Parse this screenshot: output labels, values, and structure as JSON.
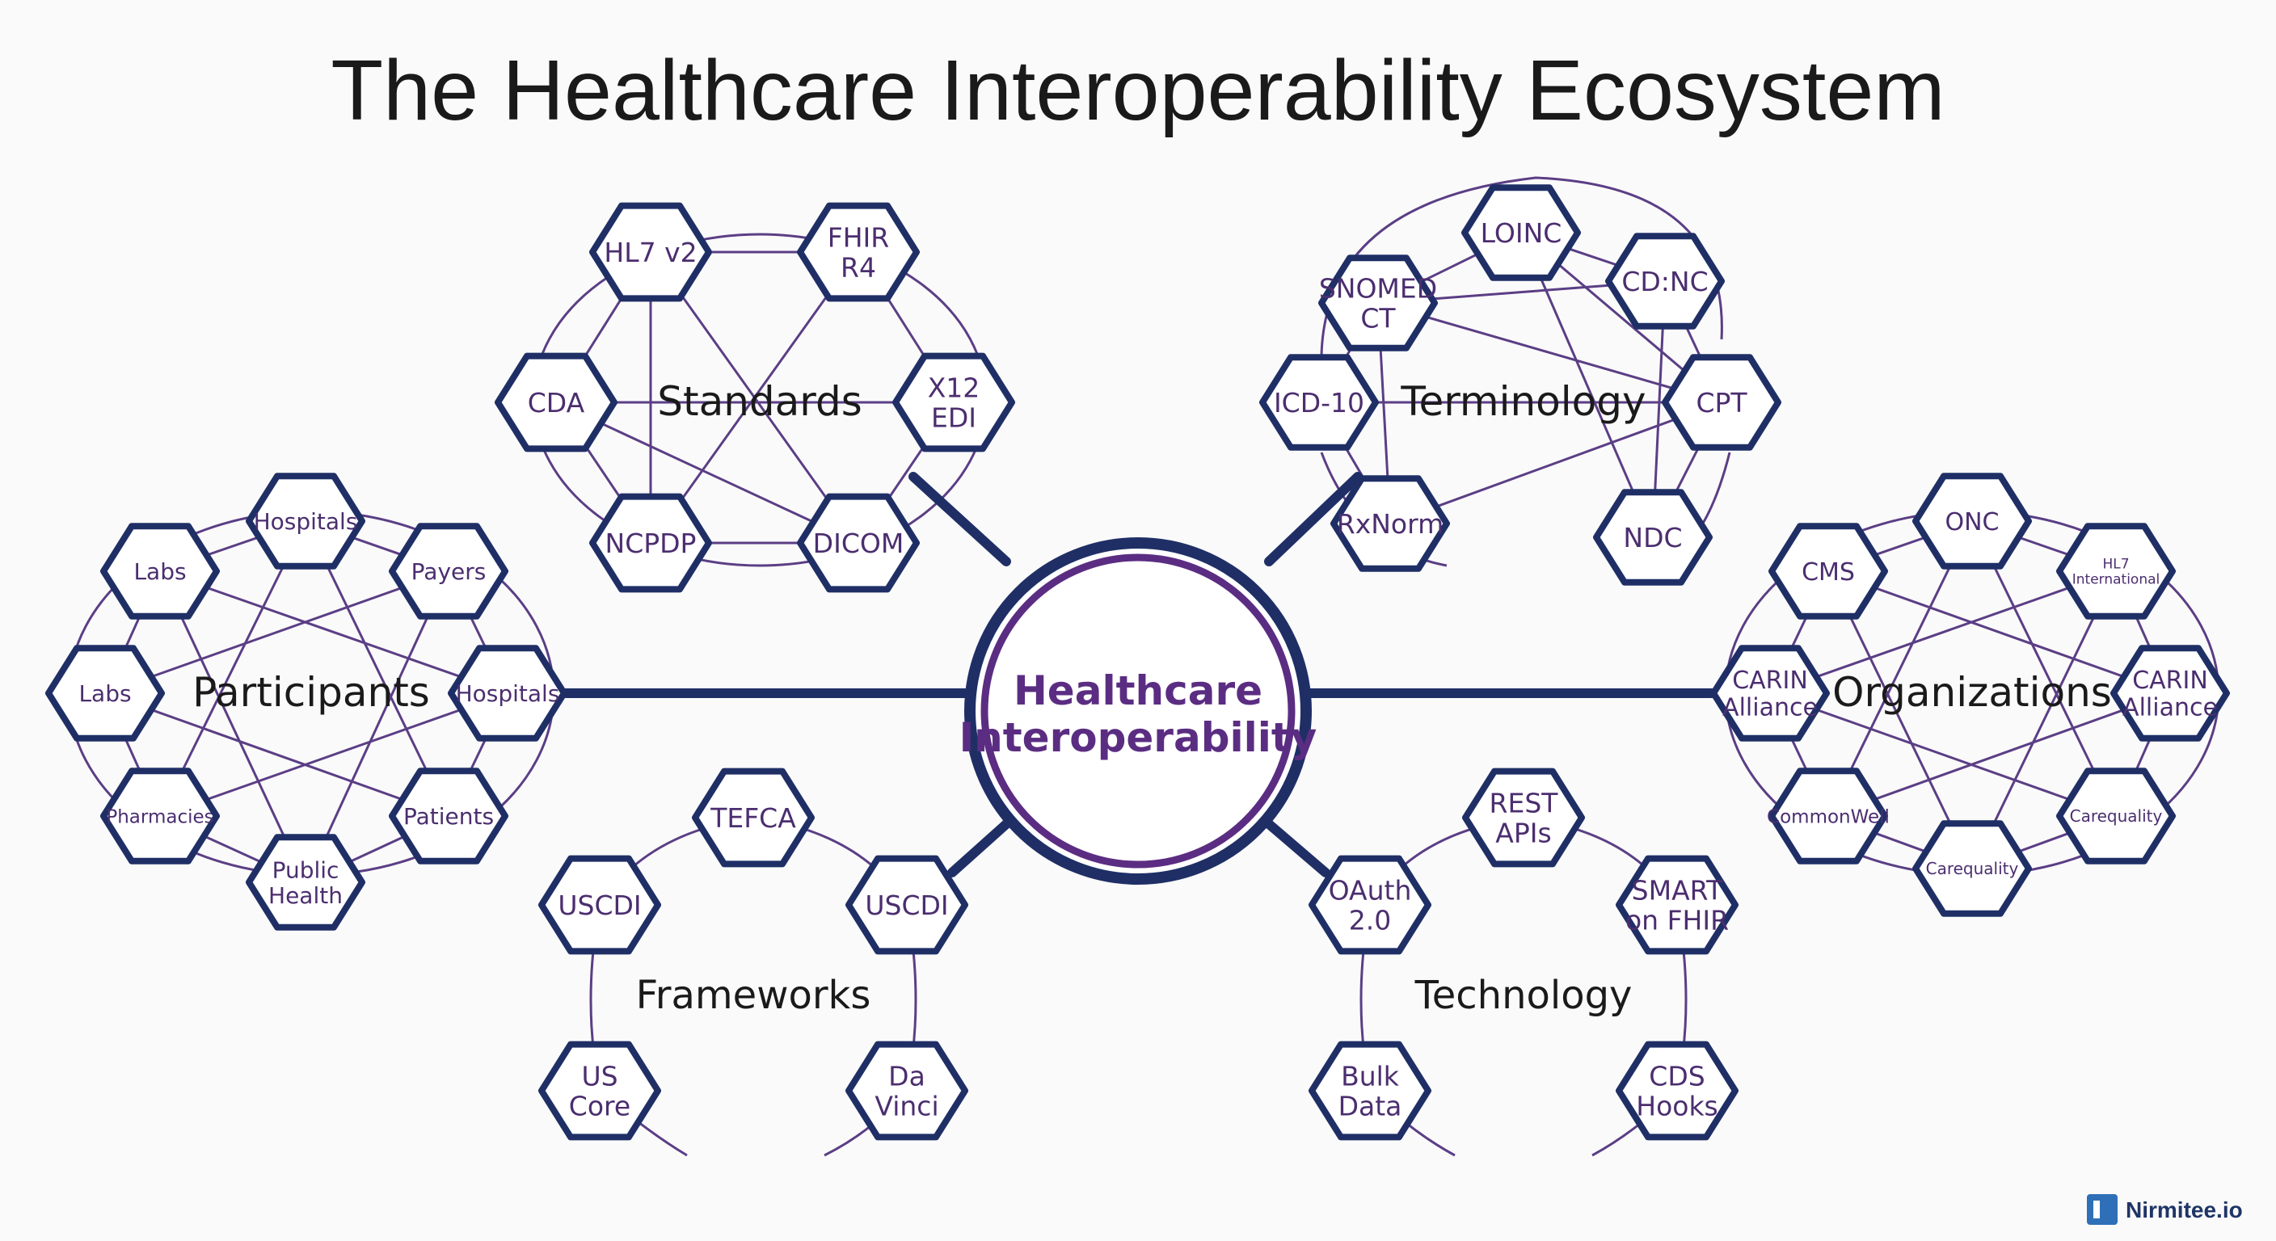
{
  "title": "The Healthcare Interoperability Ecosystem",
  "center": {
    "lines": [
      "Healthcare",
      "Interoperability"
    ]
  },
  "colors": {
    "hex_stroke": "#1f2f66",
    "hex_fill": "#ffffff",
    "hex_text": "#4b2e6f",
    "link": "#5b3e85",
    "spoke": "#1f2f66",
    "center_outer": "#1f2f66",
    "center_inner": "#5b2d82",
    "background": "#fafafa"
  },
  "clusters": {
    "standards": {
      "label": "Standards",
      "nodes": [
        {
          "lines": [
            "HL7 v2"
          ]
        },
        {
          "lines": [
            "FHIR",
            "R4"
          ]
        },
        {
          "lines": [
            "X12",
            "EDI"
          ]
        },
        {
          "lines": [
            "DICOM"
          ]
        },
        {
          "lines": [
            "NCPDP"
          ]
        },
        {
          "lines": [
            "CDA"
          ]
        }
      ]
    },
    "terminology": {
      "label": "Terminology",
      "nodes": [
        {
          "lines": [
            "LOINC"
          ]
        },
        {
          "lines": [
            "CD:NC"
          ]
        },
        {
          "lines": [
            "CPT"
          ]
        },
        {
          "lines": [
            "NDC"
          ]
        },
        {
          "lines": [
            "RxNorm"
          ]
        },
        {
          "lines": [
            "ICD-10"
          ]
        },
        {
          "lines": [
            "SNOMED",
            "CT"
          ]
        }
      ]
    },
    "participants": {
      "label": "Participants",
      "nodes": [
        {
          "lines": [
            "Hospitals"
          ]
        },
        {
          "lines": [
            "Payers"
          ]
        },
        {
          "lines": [
            "Hospitals"
          ]
        },
        {
          "lines": [
            "Patients"
          ]
        },
        {
          "lines": [
            "Public",
            "Health"
          ]
        },
        {
          "lines": [
            "Pharmacies"
          ]
        },
        {
          "lines": [
            "Labs"
          ]
        },
        {
          "lines": [
            "Labs"
          ]
        }
      ]
    },
    "organizations": {
      "label": "Organizations",
      "nodes": [
        {
          "lines": [
            "ONC"
          ]
        },
        {
          "lines": [
            "HL7",
            "International"
          ]
        },
        {
          "lines": [
            "CARIN",
            "Alliance"
          ]
        },
        {
          "lines": [
            "Carequality"
          ]
        },
        {
          "lines": [
            "Carequality"
          ]
        },
        {
          "lines": [
            "CommonWell"
          ]
        },
        {
          "lines": [
            "CARIN",
            "Alliance"
          ]
        },
        {
          "lines": [
            "CMS"
          ]
        }
      ]
    },
    "frameworks": {
      "label": "Frameworks",
      "nodes": [
        {
          "lines": [
            "TEFCA"
          ]
        },
        {
          "lines": [
            "USCDI"
          ]
        },
        {
          "lines": [
            "USCDI"
          ]
        },
        {
          "lines": [
            "US",
            "Core"
          ]
        },
        {
          "lines": [
            "Da",
            "Vinci"
          ]
        }
      ]
    },
    "technology": {
      "label": "Technology",
      "nodes": [
        {
          "lines": [
            "REST",
            "APIs"
          ]
        },
        {
          "lines": [
            "OAuth",
            "2.0"
          ]
        },
        {
          "lines": [
            "SMART",
            "on FHIR"
          ]
        },
        {
          "lines": [
            "Bulk",
            "Data"
          ]
        },
        {
          "lines": [
            "CDS",
            "Hooks"
          ]
        }
      ]
    }
  },
  "brand": {
    "name": "Nirmitee.io",
    "icon": "nirmitee-logo-icon"
  }
}
